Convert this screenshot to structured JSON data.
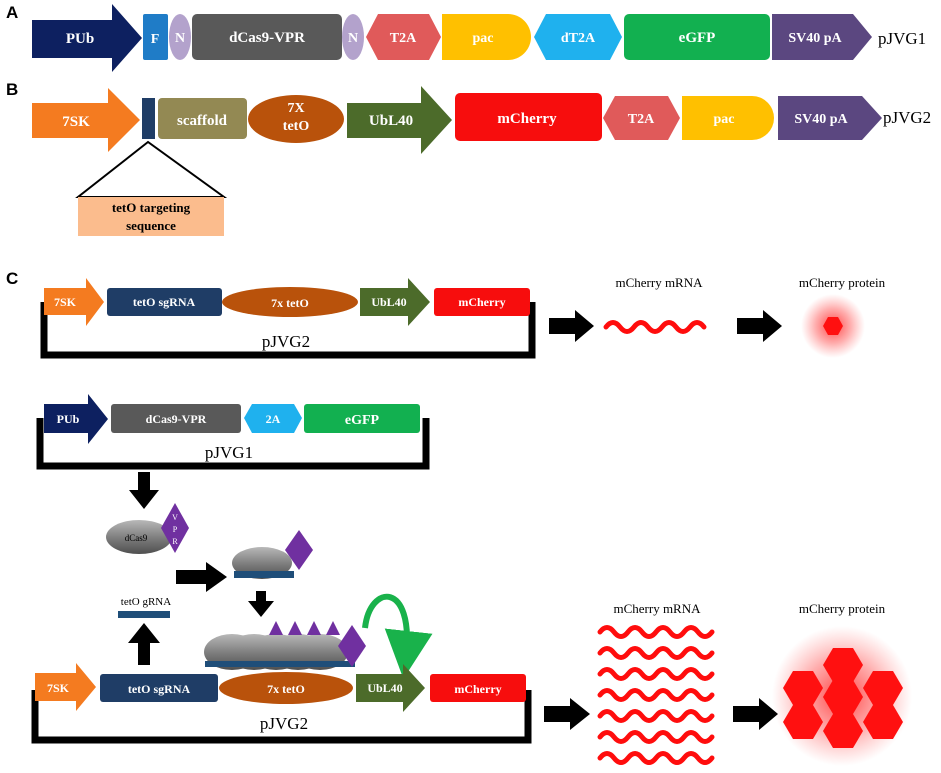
{
  "panels": {
    "a": "A",
    "b": "B",
    "c": "C"
  },
  "panel_a": {
    "pub": "PUb",
    "f": "F",
    "n1": "N",
    "dcas9": "dCas9-VPR",
    "n2": "N",
    "t2a": "T2A",
    "pac": "pac",
    "dt2a": "dT2A",
    "egfp": "eGFP",
    "sv40": "SV40 pA",
    "plasmid": "pJVG1"
  },
  "panel_b": {
    "sk": "7SK",
    "scaffold": "scaffold",
    "teto1": "7X",
    "teto2": "tetO",
    "ubl40": "UbL40",
    "mcherry": "mCherry",
    "t2a": "T2A",
    "pac": "pac",
    "sv40": "SV40 pA",
    "plasmid": "pJVG2",
    "target1": "tetO targeting",
    "target2": "sequence"
  },
  "panel_c": {
    "sk": "7SK",
    "sgrna": "tetO sgRNA",
    "teto": "7x tetO",
    "ubl40": "UbL40",
    "mcherry": "mCherry",
    "pjvg2": "pJVG2",
    "pub": "PUb",
    "dcas9": "dCas9-VPR",
    "twoa": "2A",
    "egfp": "eGFP",
    "pjvg1": "pJVG1",
    "mrna": "mCherry mRNA",
    "protein": "mCherry protein",
    "dcas9_protein": "dCas9",
    "vpr_v": "V",
    "vpr_p": "P",
    "vpr_r": "R",
    "grna": "tetO gRNA"
  },
  "colors": {
    "pub": "#0d2060",
    "flag": "#1f7cc7",
    "nls": "#b3a2cc",
    "dcas9": "#595959",
    "t2a": "#e05a5a",
    "pac": "#ffc000",
    "dt2a": "#1fb1ee",
    "egfp": "#12b050",
    "sv40": "#5b4780",
    "sk7": "#f47b20",
    "sgrna": "#1f3d66",
    "scaffold": "#938953",
    "teto": "#b9520b",
    "ubl40": "#4c6b2a",
    "mcherry": "#f70d0d",
    "vpr": "#7030a0",
    "activation_arrow": "#19b24b",
    "targeting_box": "#fbbc8d"
  }
}
